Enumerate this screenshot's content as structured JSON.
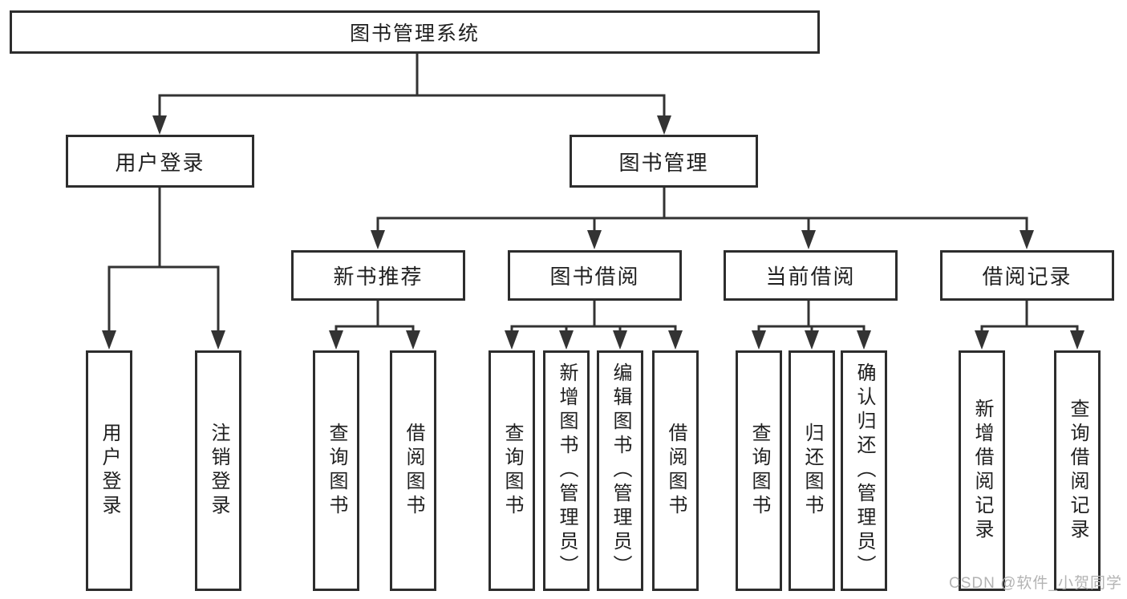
{
  "nodes": {
    "root": {
      "label": "图书管理系统"
    },
    "user_login": {
      "label": "用户登录",
      "children": [
        {
          "label": "用户登录"
        },
        {
          "label": "注销登录"
        }
      ]
    },
    "book_management": {
      "label": "图书管理",
      "sections": [
        {
          "label": "新书推荐",
          "children": [
            {
              "label": "查询图书"
            },
            {
              "label": "借阅图书"
            }
          ]
        },
        {
          "label": "图书借阅",
          "children": [
            {
              "label": "查询图书"
            },
            {
              "label": "新增图书（管理员）"
            },
            {
              "label": "编辑图书（管理员）"
            },
            {
              "label": "借阅图书"
            }
          ]
        },
        {
          "label": "当前借阅",
          "children": [
            {
              "label": "查询图书"
            },
            {
              "label": "归还图书"
            },
            {
              "label": "确认归还（管理员）"
            }
          ]
        },
        {
          "label": "借阅记录",
          "children": [
            {
              "label": "新增借阅记录"
            },
            {
              "label": "查询借阅记录"
            }
          ]
        }
      ]
    }
  },
  "watermark": {
    "label": "CSDN @软件_小贺同学"
  },
  "colors": {
    "line": "#333333",
    "box_border": "#2d2d2d",
    "text": "#1f1f1f",
    "watermark": "#b3b3b3",
    "background": "#ffffff"
  }
}
